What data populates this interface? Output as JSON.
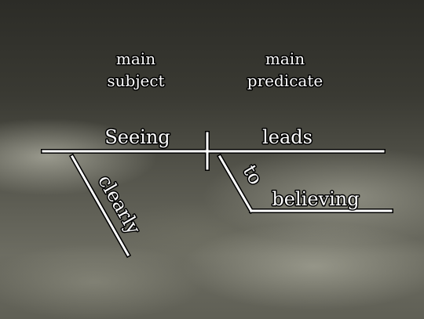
{
  "headings": {
    "subject_line1": "main",
    "subject_line2": "subject",
    "predicate_line1": "main",
    "predicate_line2": "predicate"
  },
  "diagram": {
    "subject": "Seeing",
    "verb": "leads",
    "subject_modifier": "clearly",
    "preposition": "to",
    "object": "believing"
  }
}
